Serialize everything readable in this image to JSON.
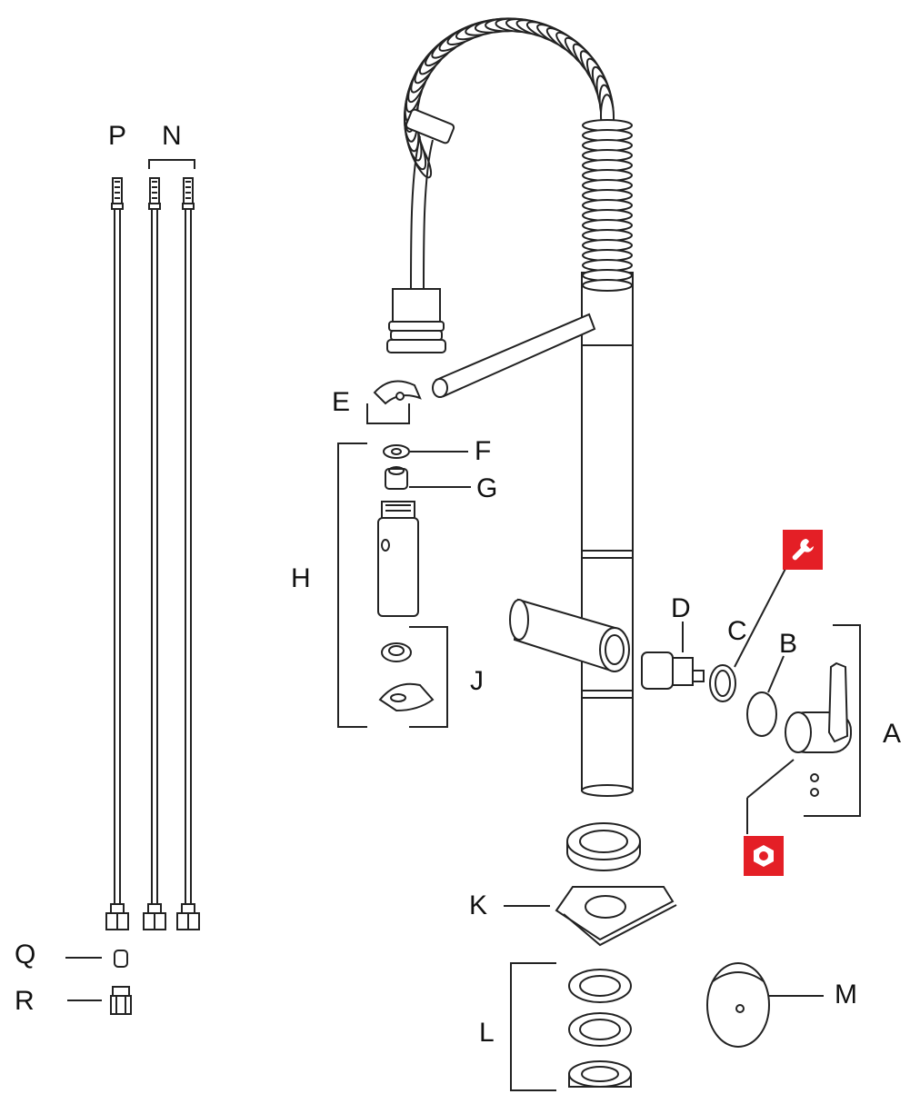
{
  "labels": {
    "p": "P",
    "n": "N",
    "e": "E",
    "f": "F",
    "g": "G",
    "h": "H",
    "j": "J",
    "d": "D",
    "c": "C",
    "b": "B",
    "a": "A",
    "k": "K",
    "l": "L",
    "m": "M",
    "q": "Q",
    "r": "R"
  },
  "icons": {
    "wrench": "wrench-icon",
    "hex": "hex-key-icon",
    "badge_color": "#e41f26"
  }
}
